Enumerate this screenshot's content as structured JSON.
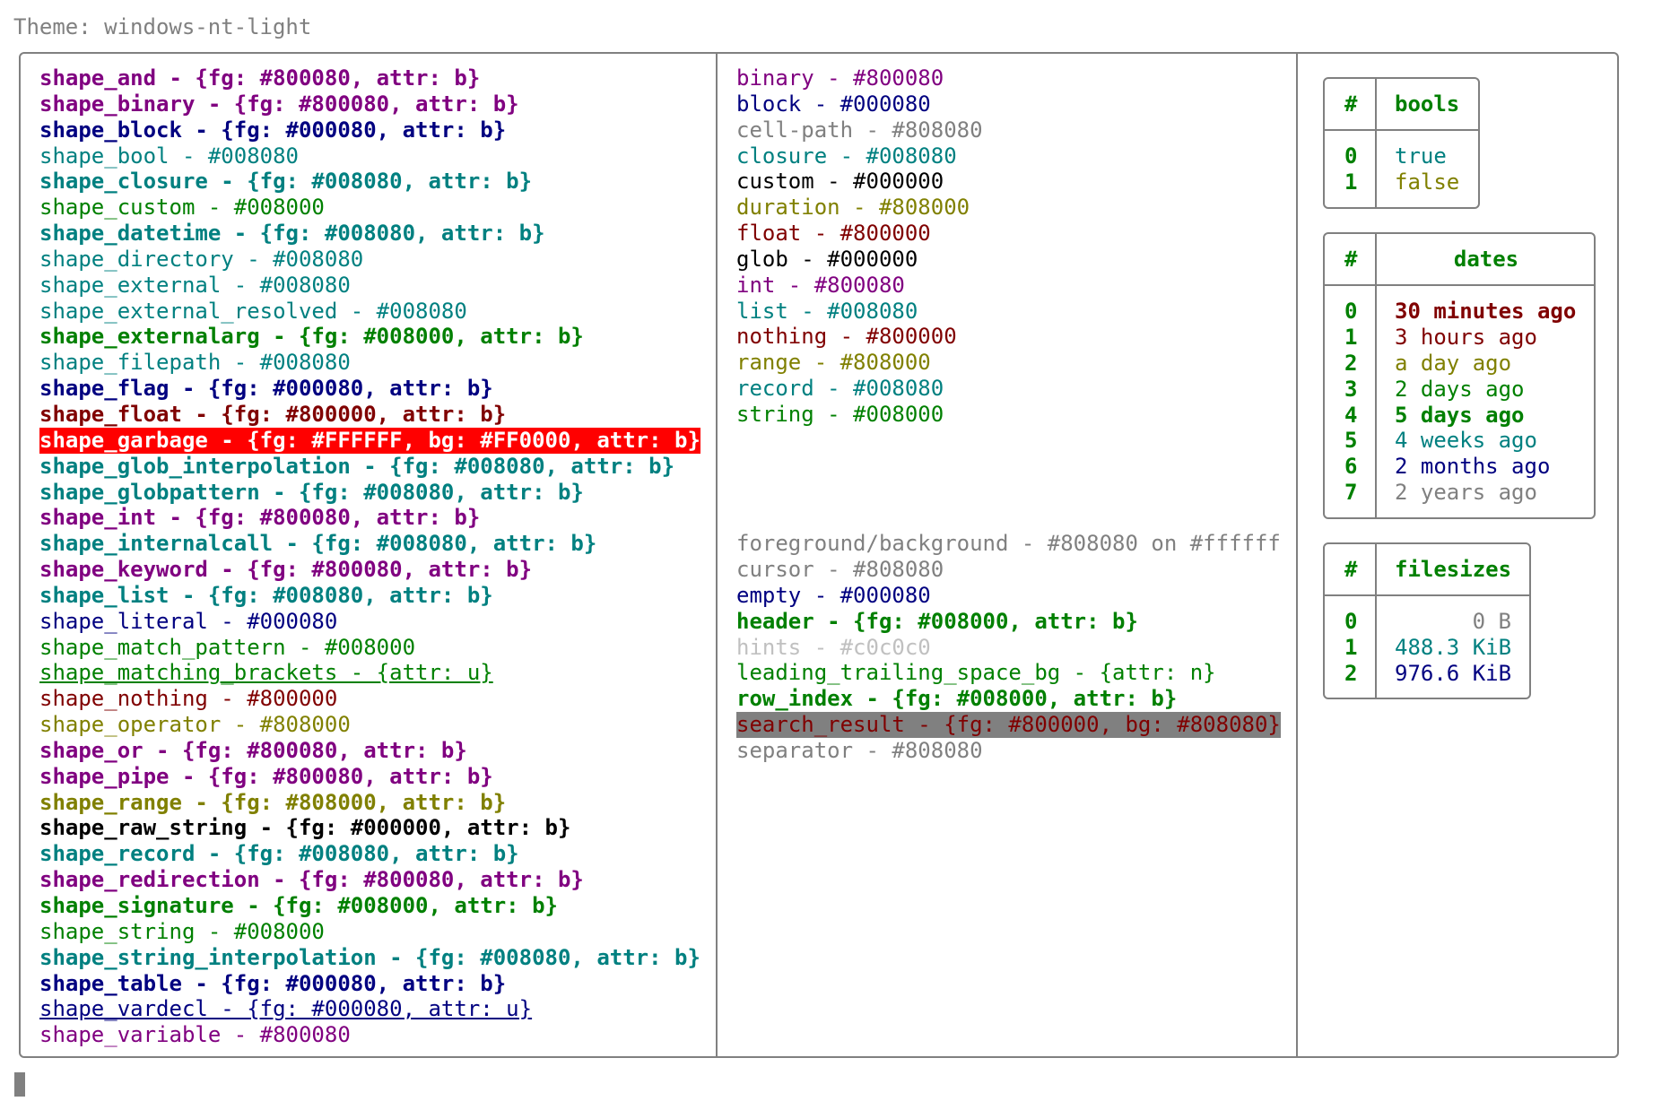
{
  "theme_line": "Theme: windows-nt-light",
  "colors": {
    "border": "#808080",
    "purple": "#800080",
    "navy": "#000080",
    "teal": "#008080",
    "green": "#008000",
    "maroon": "#800000",
    "olive": "#808000",
    "gray": "#808080",
    "silver": "#c0c0c0",
    "garbage_bg": "#FF0000",
    "search_bg": "#808080"
  },
  "shapes": [
    {
      "text": "shape_and - {fg: #800080, attr: b}"
    },
    {
      "text": "shape_binary - {fg: #800080, attr: b}"
    },
    {
      "text": "shape_block - {fg: #000080, attr: b}"
    },
    {
      "text": "shape_bool - #008080"
    },
    {
      "text": "shape_closure - {fg: #008080, attr: b}"
    },
    {
      "text": "shape_custom - #008000"
    },
    {
      "text": "shape_datetime - {fg: #008080, attr: b}"
    },
    {
      "text": "shape_directory - #008080"
    },
    {
      "text": "shape_external - #008080"
    },
    {
      "text": "shape_external_resolved - #008080"
    },
    {
      "text": "shape_externalarg - {fg: #008000, attr: b}"
    },
    {
      "text": "shape_filepath - #008080"
    },
    {
      "text": "shape_flag - {fg: #000080, attr: b}"
    },
    {
      "text": "shape_float - {fg: #800000, attr: b}"
    },
    {
      "text": "shape_garbage - {fg: #FFFFFF, bg: #FF0000, attr: b}"
    },
    {
      "text": "shape_glob_interpolation - {fg: #008080, attr: b}"
    },
    {
      "text": "shape_globpattern - {fg: #008080, attr: b}"
    },
    {
      "text": "shape_int - {fg: #800080, attr: b}"
    },
    {
      "text": "shape_internalcall - {fg: #008080, attr: b}"
    },
    {
      "text": "shape_keyword - {fg: #800080, attr: b}"
    },
    {
      "text": "shape_list - {fg: #008080, attr: b}"
    },
    {
      "text": "shape_literal - #000080"
    },
    {
      "text": "shape_match_pattern - #008000"
    },
    {
      "text": "shape_matching_brackets - {attr: u}"
    },
    {
      "text": "shape_nothing - #800000"
    },
    {
      "text": "shape_operator - #808000"
    },
    {
      "text": "shape_or - {fg: #800080, attr: b}"
    },
    {
      "text": "shape_pipe - {fg: #800080, attr: b}"
    },
    {
      "text": "shape_range - {fg: #808000, attr: b}"
    },
    {
      "text": "shape_raw_string - {fg: #000000, attr: b}"
    },
    {
      "text": "shape_record - {fg: #008080, attr: b}"
    },
    {
      "text": "shape_redirection - {fg: #800080, attr: b}"
    },
    {
      "text": "shape_signature - {fg: #008000, attr: b}"
    },
    {
      "text": "shape_string - #008000"
    },
    {
      "text": "shape_string_interpolation - {fg: #008080, attr: b}"
    },
    {
      "text": "shape_table - {fg: #000080, attr: b}"
    },
    {
      "text": "shape_vardecl - {fg: #000080, attr: u}"
    },
    {
      "text": "shape_variable - #800080"
    }
  ],
  "types": [
    {
      "text": "binary - #800080"
    },
    {
      "text": "block - #000080"
    },
    {
      "text": "cell-path - #808080"
    },
    {
      "text": "closure - #008080"
    },
    {
      "text": "custom - #000000"
    },
    {
      "text": "duration - #808000"
    },
    {
      "text": "float - #800000"
    },
    {
      "text": "glob - #000000"
    },
    {
      "text": "int - #800080"
    },
    {
      "text": "list - #008080"
    },
    {
      "text": "nothing - #800000"
    },
    {
      "text": "range - #808000"
    },
    {
      "text": "record - #008080"
    },
    {
      "text": "string - #008000"
    }
  ],
  "ui": [
    {
      "text": "foreground/background - #808080 on #ffffff"
    },
    {
      "text": "cursor - #808080"
    },
    {
      "text": "empty - #000080"
    },
    {
      "text": "header - {fg: #008000, attr: b}"
    },
    {
      "text": "hints - #c0c0c0"
    },
    {
      "text": "leading_trailing_space_bg - {attr: n}"
    },
    {
      "text": "row_index - {fg: #008000, attr: b}"
    },
    {
      "text": "search_result - {fg: #800000, bg: #808080}"
    },
    {
      "text": "separator - #808080"
    }
  ],
  "bools_table": {
    "index_header": "#",
    "header": "bools",
    "rows": [
      {
        "index": "0",
        "value": "true"
      },
      {
        "index": "1",
        "value": "false"
      }
    ]
  },
  "dates_table": {
    "index_header": "#",
    "header": "dates",
    "rows": [
      {
        "index": "0",
        "value": "30 minutes ago"
      },
      {
        "index": "1",
        "value": "3 hours ago"
      },
      {
        "index": "2",
        "value": "a day ago"
      },
      {
        "index": "3",
        "value": "2 days ago"
      },
      {
        "index": "4",
        "value": "5 days ago"
      },
      {
        "index": "5",
        "value": "4 weeks ago"
      },
      {
        "index": "6",
        "value": "2 months ago"
      },
      {
        "index": "7",
        "value": "2 years ago"
      }
    ]
  },
  "filesizes_table": {
    "index_header": "#",
    "header": "filesizes",
    "rows": [
      {
        "index": "0",
        "value": "0 B"
      },
      {
        "index": "1",
        "value": "488.3 KiB"
      },
      {
        "index": "2",
        "value": "976.6 KiB"
      }
    ]
  }
}
